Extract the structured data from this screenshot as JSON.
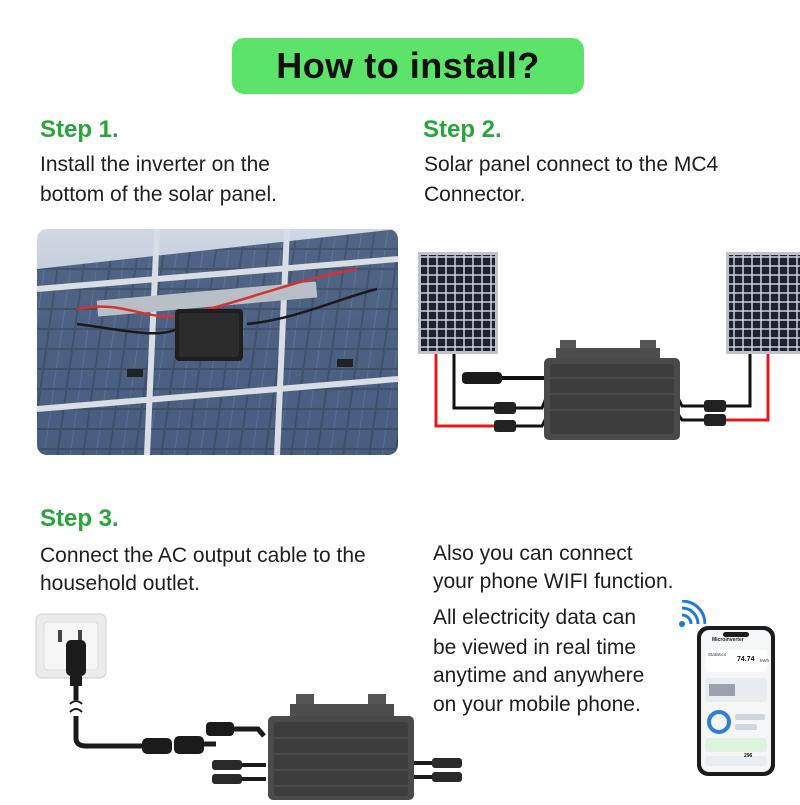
{
  "title": "How to install?",
  "step1": {
    "heading": "Step 1.",
    "lines": [
      "Install the inverter on the",
      "bottom of the solar panel."
    ]
  },
  "step2": {
    "heading": "Step 2.",
    "lines": [
      "Solar panel connect to the MC4",
      "Connector."
    ]
  },
  "step3": {
    "heading": "Step 3.",
    "lines": [
      "Connect the AC output cable to the",
      "household outlet."
    ]
  },
  "wifi": {
    "lines": [
      "Also you can connect",
      "your phone WIFI function."
    ]
  },
  "data_note": {
    "lines": [
      "All electricity data can",
      "be viewed in real time",
      "anytime and anywhere",
      "on your mobile phone."
    ]
  },
  "phone": {
    "app_name": "Microinverter",
    "tab": "Statistics",
    "energy_value": "74.74",
    "energy_unit": "kWh",
    "power_value": "296"
  },
  "colors": {
    "accent_green": "#2aa43c",
    "pill_green": "#5be36a",
    "wire_red": "#e01b1b",
    "inverter_gray": "#4a4a4a"
  },
  "icons": [
    "wifi-icon",
    "power-outlet-icon",
    "plug-icon",
    "smartphone-icon",
    "solar-panel-icon",
    "inverter-icon"
  ]
}
